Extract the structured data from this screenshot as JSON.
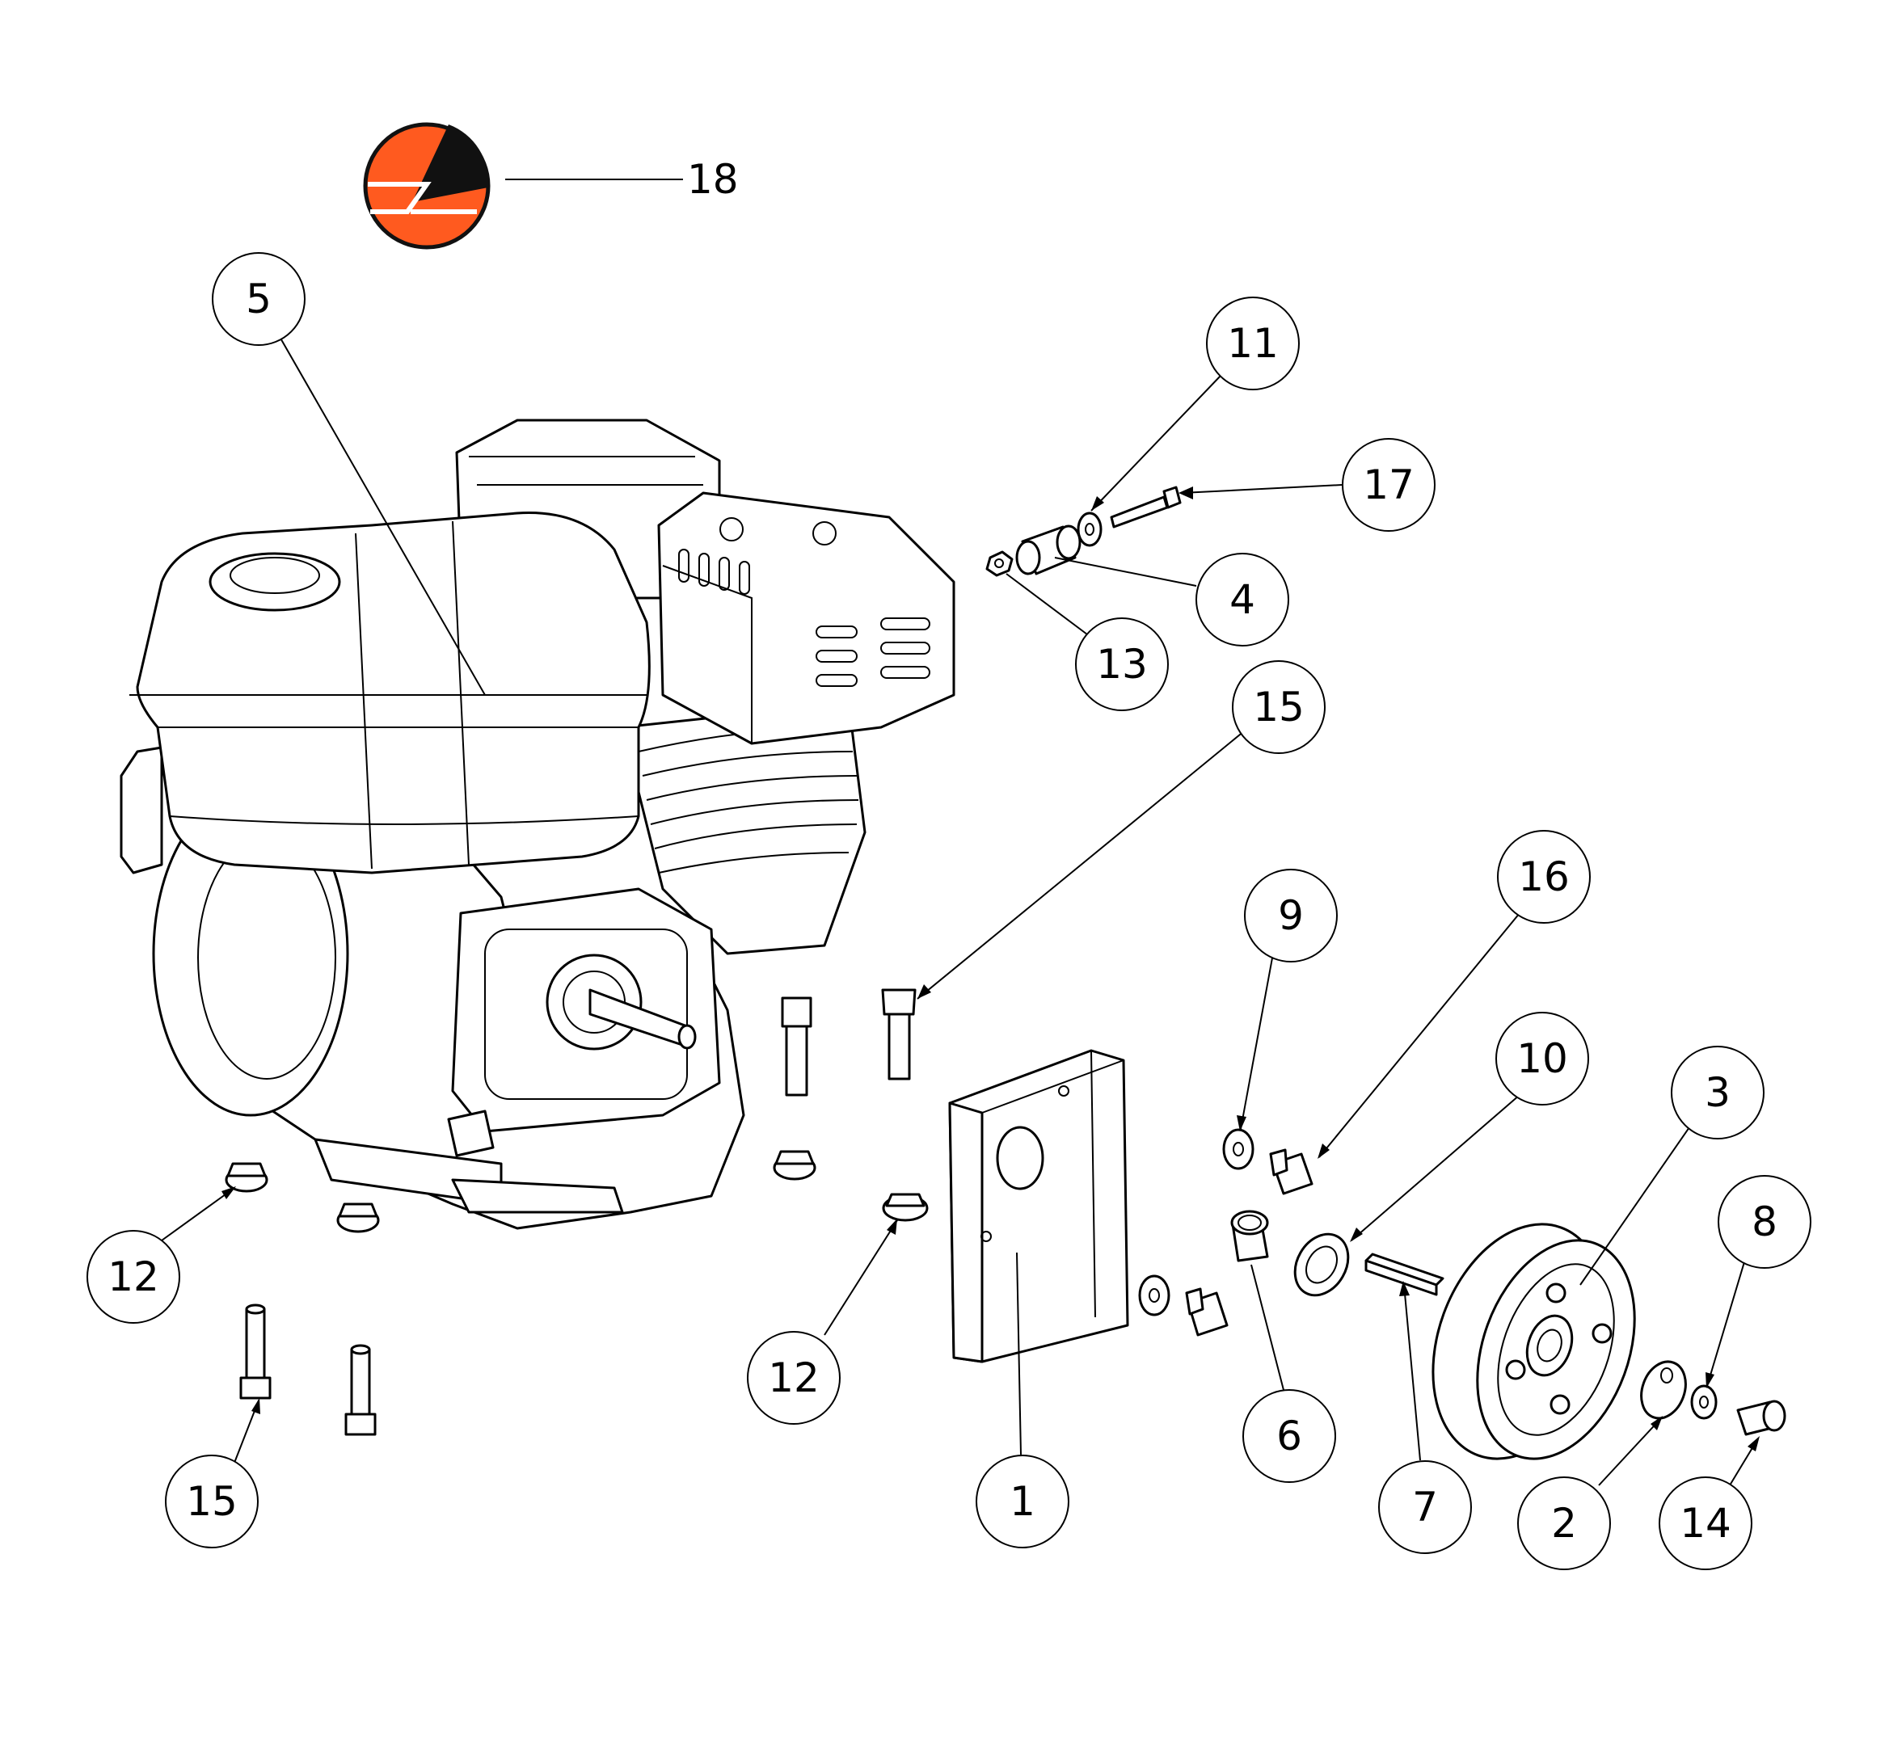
{
  "colors": {
    "logo_orange": "#ff5a1f",
    "logo_black": "#111111",
    "line": "#000000"
  },
  "logo": {
    "icon": "brand-logo-icon",
    "callout": "18"
  },
  "callouts": [
    {
      "id": "c5",
      "label": "5"
    },
    {
      "id": "c11",
      "label": "11"
    },
    {
      "id": "c17",
      "label": "17"
    },
    {
      "id": "c4",
      "label": "4"
    },
    {
      "id": "c13",
      "label": "13"
    },
    {
      "id": "c15a",
      "label": "15"
    },
    {
      "id": "c9",
      "label": "9"
    },
    {
      "id": "c16",
      "label": "16"
    },
    {
      "id": "c10",
      "label": "10"
    },
    {
      "id": "c3",
      "label": "3"
    },
    {
      "id": "c8",
      "label": "8"
    },
    {
      "id": "c12a",
      "label": "12"
    },
    {
      "id": "c12b",
      "label": "12"
    },
    {
      "id": "c15b",
      "label": "15"
    },
    {
      "id": "c1",
      "label": "1"
    },
    {
      "id": "c6",
      "label": "6"
    },
    {
      "id": "c7",
      "label": "7"
    },
    {
      "id": "c2",
      "label": "2"
    },
    {
      "id": "c14",
      "label": "14"
    }
  ]
}
